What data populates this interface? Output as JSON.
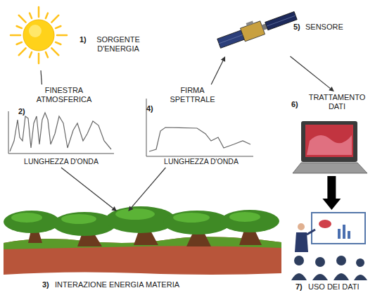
{
  "diagram": {
    "nodes": [
      {
        "text": [
          "1)",
          "SORGENTE D'ENERGIA"
        ]
      },
      {
        "text": [
          "2)",
          "FINESTRA ATMOSFERICA",
          "LUNGHEZZA D'ONDA"
        ]
      },
      {
        "text": [
          "3)",
          "INTERAZIONE ENERGIA MATERIA"
        ]
      },
      {
        "text": [
          "4)",
          "FIRMA SPETTRALE",
          "LUNGHEZZA D'ONDA"
        ]
      },
      {
        "text": [
          "5)",
          "SENSORE"
        ]
      },
      {
        "text": [
          "6)",
          "TRATTAMENTO DATI"
        ]
      },
      {
        "text": [
          "7)",
          "USO DEI DATI"
        ]
      }
    ],
    "edges": [
      {
        "from": 0,
        "to": 1,
        "arrow": "none"
      },
      {
        "from": 1,
        "to": 2,
        "arrow": "to"
      },
      {
        "from": 3,
        "to": 2,
        "arrow": "to"
      },
      {
        "from": 3,
        "to": 4,
        "arrow": "to"
      },
      {
        "from": 4,
        "to": 5,
        "arrow": "to"
      },
      {
        "from": 5,
        "to": 6,
        "arrow": "to"
      }
    ]
  }
}
